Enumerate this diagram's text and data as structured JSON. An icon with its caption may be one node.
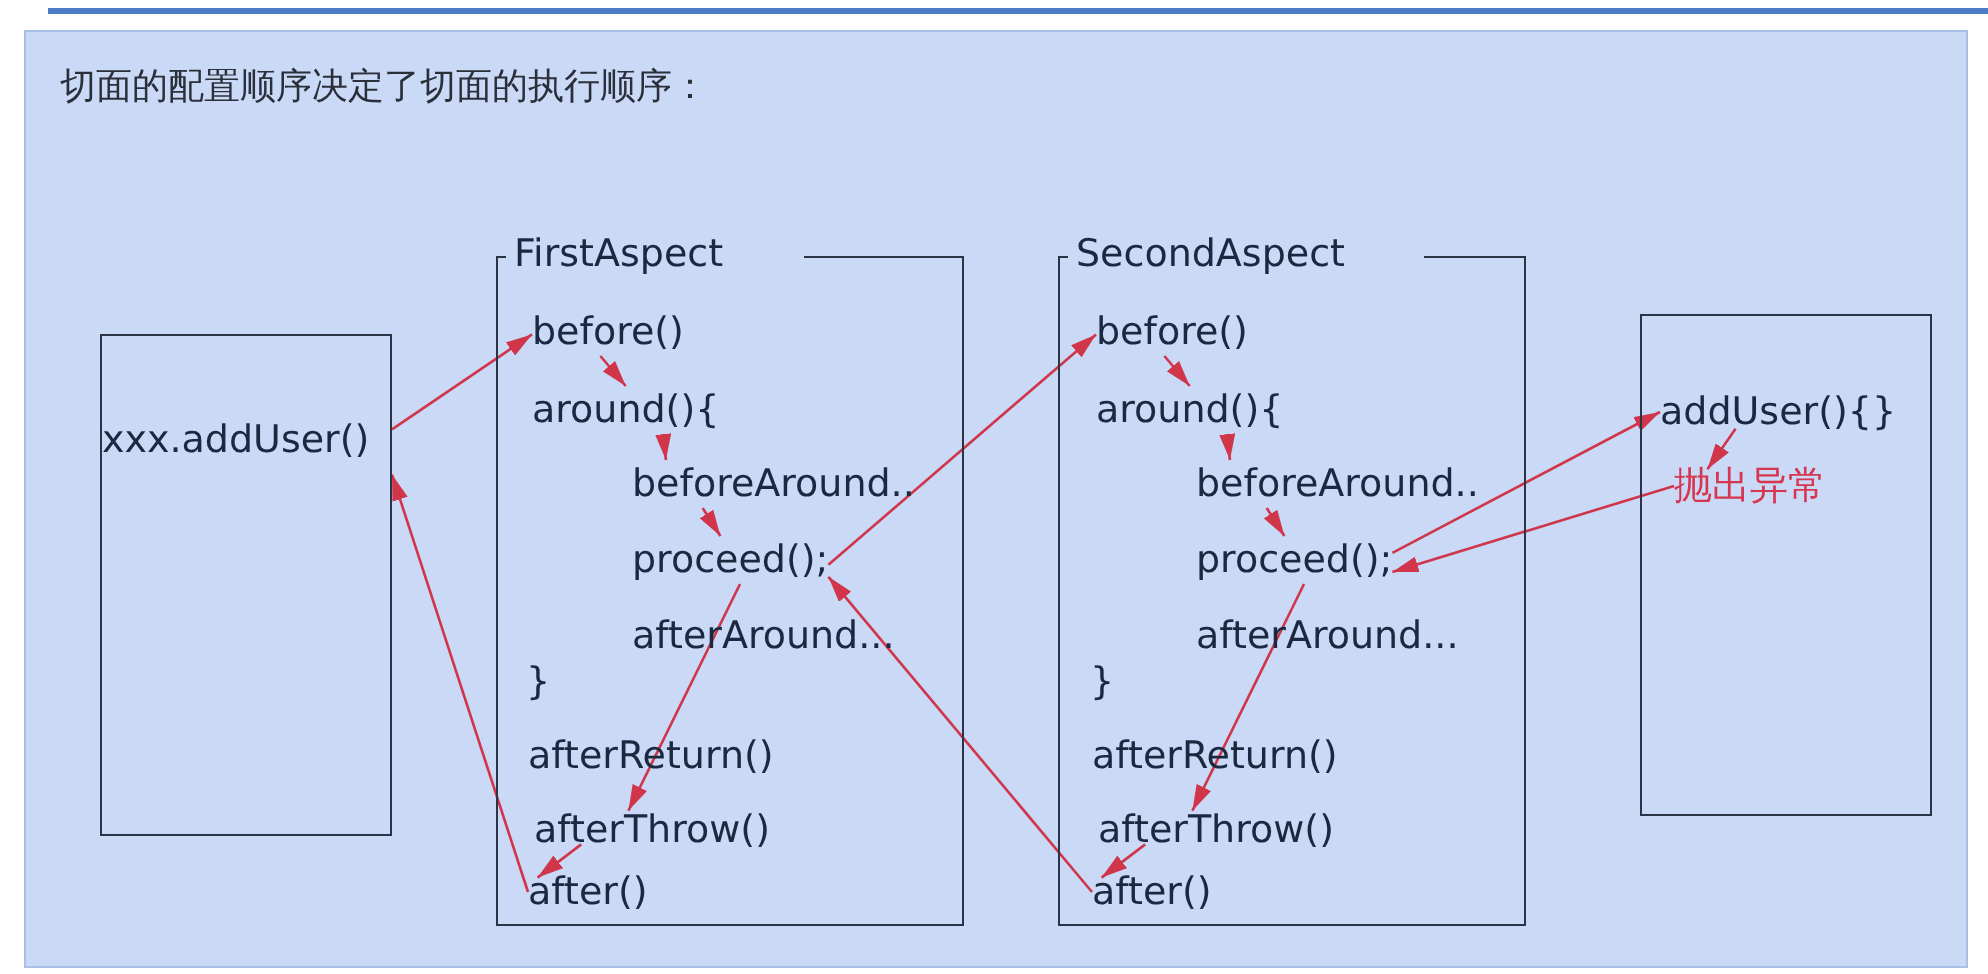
{
  "diagram": {
    "title": "切面的配置顺序决定了切面的执行顺序：",
    "nodes": [
      {
        "text": [
          "xxx.addUser()"
        ]
      },
      {
        "text": [
          "FirstAspect"
        ]
      },
      {
        "text": [
          "before()"
        ],
        "in": 1
      },
      {
        "text": [
          "around(){"
        ],
        "in": 1
      },
      {
        "text": [
          "beforeAround.."
        ],
        "in": 1
      },
      {
        "text": [
          "proceed();"
        ],
        "in": 1
      },
      {
        "text": [
          "afterAround..."
        ],
        "in": 1
      },
      {
        "text": [
          "}"
        ],
        "in": 1
      },
      {
        "text": [
          "afterReturn()"
        ],
        "in": 1
      },
      {
        "text": [
          "afterThrow()"
        ],
        "in": 1
      },
      {
        "text": [
          "after()"
        ],
        "in": 1
      },
      {
        "text": [
          "SecondAspect"
        ]
      },
      {
        "text": [
          "before()"
        ],
        "in": 11
      },
      {
        "text": [
          "around(){"
        ],
        "in": 11
      },
      {
        "text": [
          "beforeAround.."
        ],
        "in": 11
      },
      {
        "text": [
          "proceed();"
        ],
        "in": 11
      },
      {
        "text": [
          "afterAround..."
        ],
        "in": 11
      },
      {
        "text": [
          "}"
        ],
        "in": 11
      },
      {
        "text": [
          "afterReturn()"
        ],
        "in": 11
      },
      {
        "text": [
          "afterThrow()"
        ],
        "in": 11
      },
      {
        "text": [
          "after()"
        ],
        "in": 11
      },
      {
        "text": [],
        "shape": "box"
      },
      {
        "text": [
          "addUser(){}"
        ],
        "in": 21
      },
      {
        "text": [
          "抛出异常"
        ],
        "in": 21
      }
    ],
    "edges": [
      {
        "from": 0,
        "to": 2,
        "arrow": "to"
      },
      {
        "from": 2,
        "to": 3,
        "arrow": "to"
      },
      {
        "from": 3,
        "to": 4,
        "arrow": "to"
      },
      {
        "from": 4,
        "to": 5,
        "arrow": "to"
      },
      {
        "from": 5,
        "to": 12,
        "arrow": "to"
      },
      {
        "from": 12,
        "to": 13,
        "arrow": "to"
      },
      {
        "from": 13,
        "to": 14,
        "arrow": "to"
      },
      {
        "from": 14,
        "to": 15,
        "arrow": "to"
      },
      {
        "from": 15,
        "to": 22,
        "arrow": "to"
      },
      {
        "from": 22,
        "to": 23,
        "arrow": "to"
      },
      {
        "from": 23,
        "to": 15,
        "arrow": "to"
      },
      {
        "from": 15,
        "to": 19,
        "arrow": "to"
      },
      {
        "from": 19,
        "to": 20,
        "arrow": "to"
      },
      {
        "from": 20,
        "to": 5,
        "arrow": "to"
      },
      {
        "from": 5,
        "to": 9,
        "arrow": "to"
      },
      {
        "from": 9,
        "to": 10,
        "arrow": "to"
      },
      {
        "from": 10,
        "to": 0,
        "arrow": "to"
      }
    ]
  }
}
